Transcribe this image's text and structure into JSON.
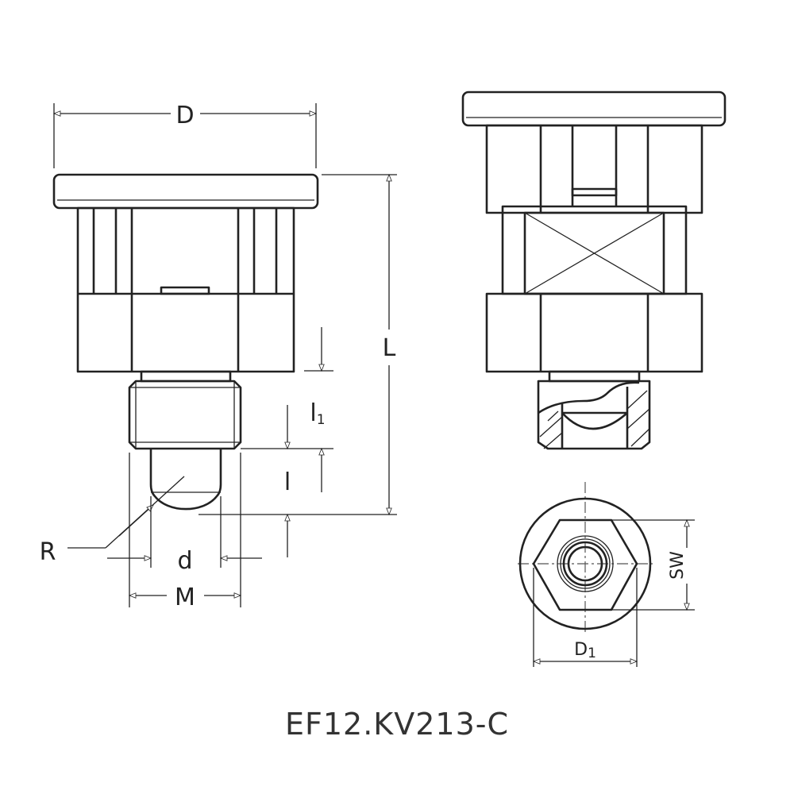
{
  "title": "EF12.KV213-C",
  "dimensions": {
    "D": "D",
    "L": "L",
    "l1_main": "l",
    "l1_sub": "1",
    "l": "l",
    "R": "R",
    "d": "d",
    "M": "M",
    "SW": "SW",
    "D1_main": "D",
    "D1_sub": "1"
  }
}
